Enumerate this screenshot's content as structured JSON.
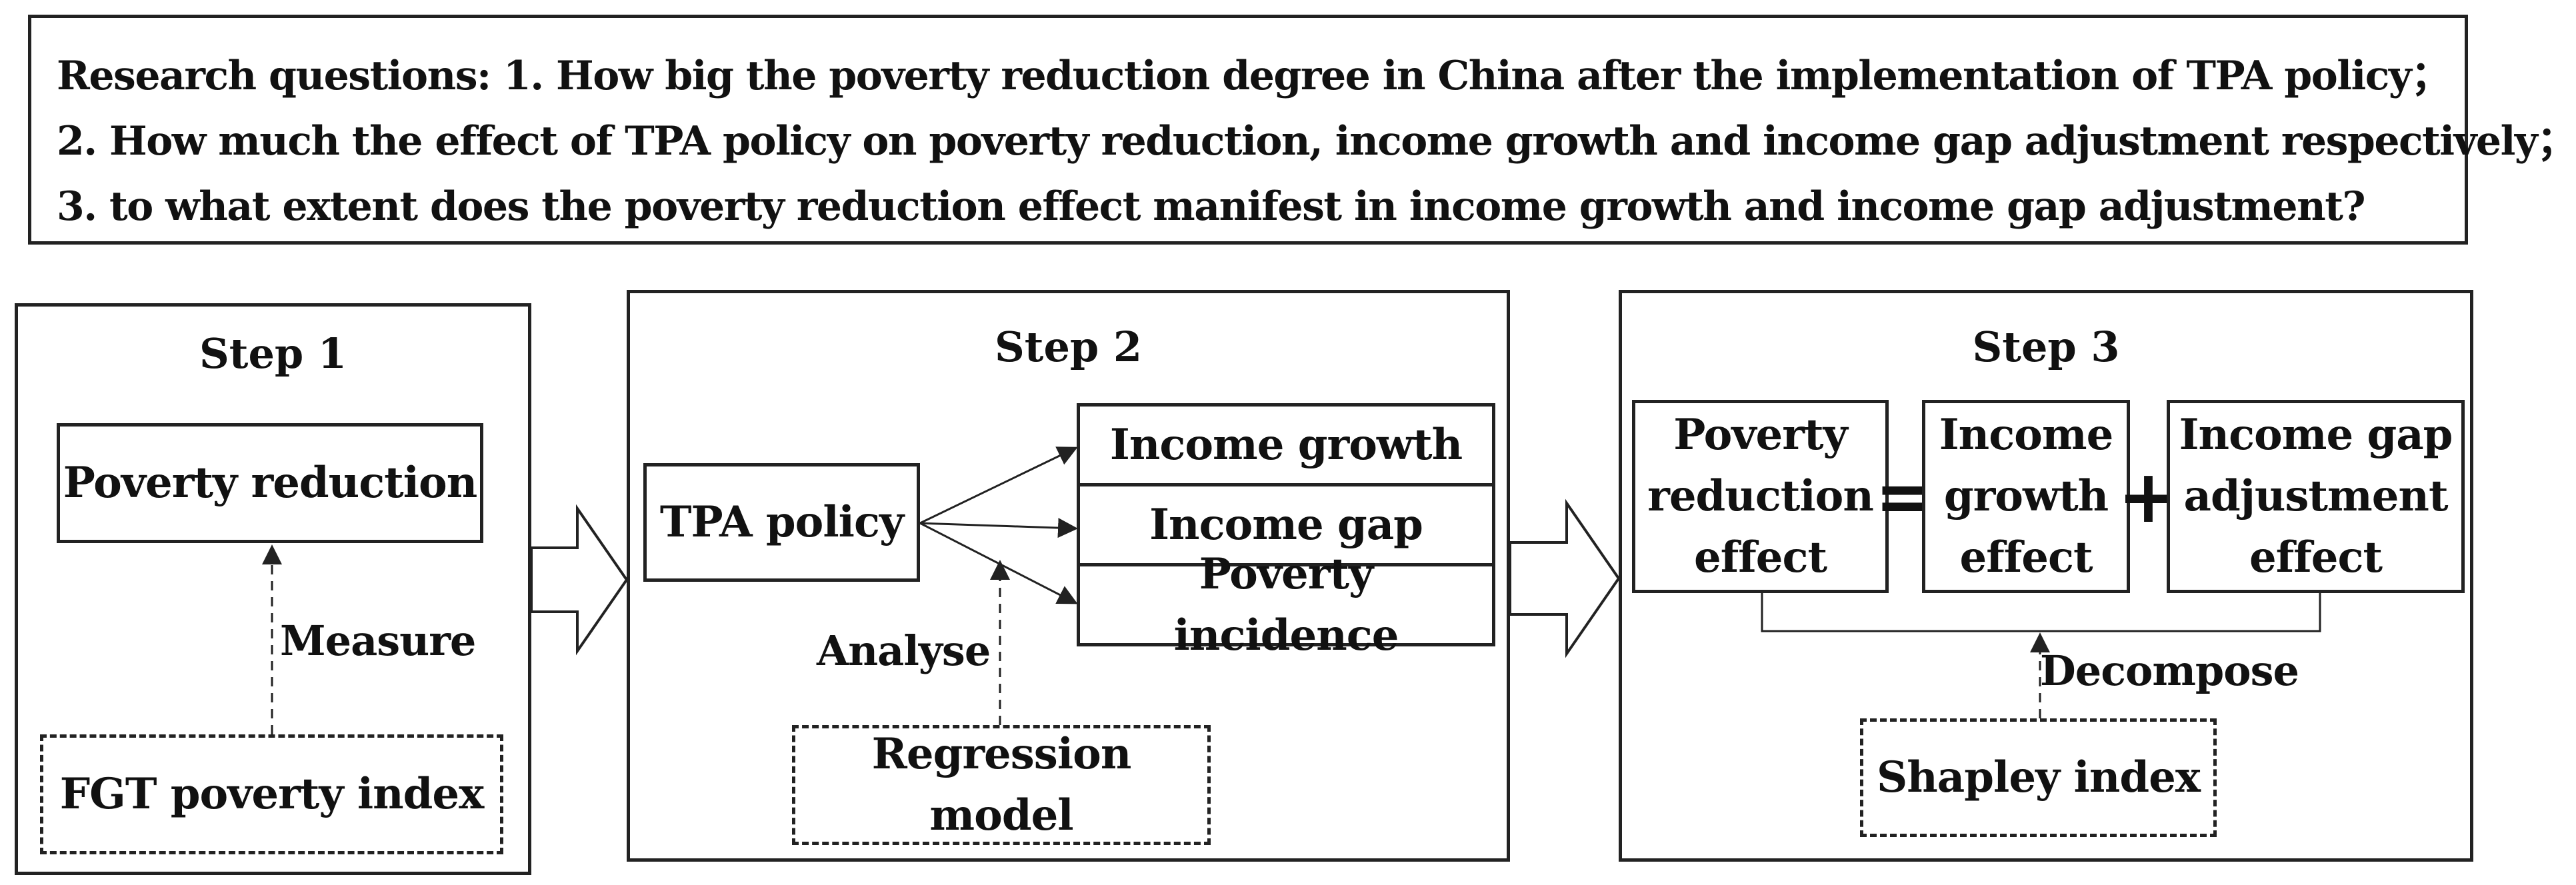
{
  "research_questions": {
    "line1": "Research questions: 1. How big the poverty reduction degree in China after the implementation of TPA policy；",
    "line2": "2. How much the effect of TPA policy on poverty reduction, income growth and income gap adjustment respectively；",
    "line3": "3. to what extent does the poverty reduction effect manifest in income growth and income gap adjustment?"
  },
  "step1": {
    "title": "Step 1",
    "result": "Poverty reduction",
    "method": "FGT poverty index",
    "relation": "Measure"
  },
  "step2": {
    "title": "Step 2",
    "input": "TPA policy",
    "outputs": [
      "Income growth",
      "Income gap",
      "Poverty incidence"
    ],
    "method": "Regression model",
    "relation": "Analyse"
  },
  "step3": {
    "title": "Step 3",
    "term1": [
      "Poverty",
      "reduction",
      "effect"
    ],
    "equals": "=",
    "term2": [
      "Income",
      "growth",
      "effect"
    ],
    "plus": "+",
    "term3": [
      "Income gap",
      "adjustment",
      "effect"
    ],
    "method": "Shapley index",
    "relation": "Decompose"
  }
}
